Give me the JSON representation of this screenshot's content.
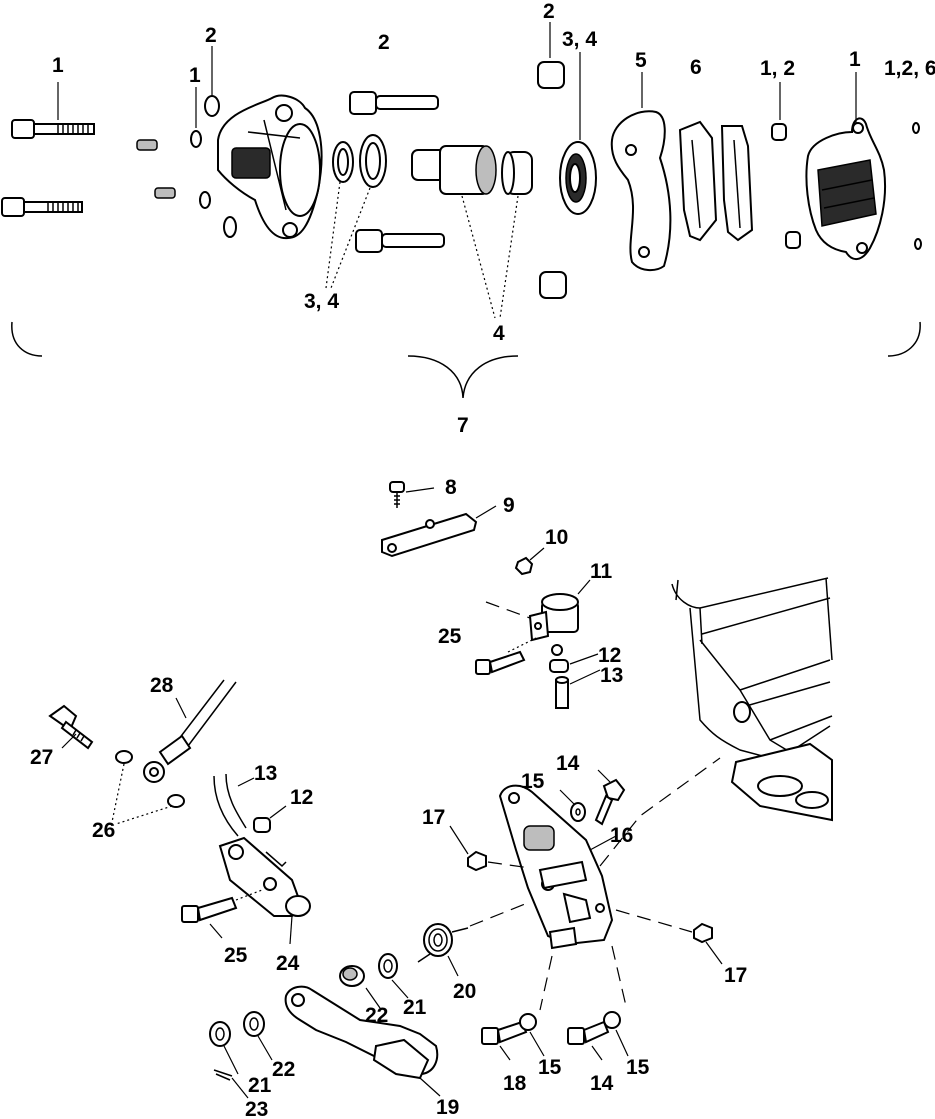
{
  "callouts": [
    {
      "id": "c1a",
      "text": "1"
    },
    {
      "id": "c2a",
      "text": "2"
    },
    {
      "id": "c1b",
      "text": "1"
    },
    {
      "id": "c2b",
      "text": "2"
    },
    {
      "id": "c2c",
      "text": "2"
    },
    {
      "id": "c34a",
      "text": "3, 4"
    },
    {
      "id": "c5",
      "text": "5"
    },
    {
      "id": "c6",
      "text": "6"
    },
    {
      "id": "c12a",
      "text": "1,  2"
    },
    {
      "id": "c1c",
      "text": "1"
    },
    {
      "id": "c126",
      "text": "1,2, 6"
    },
    {
      "id": "c34b",
      "text": "3, 4"
    },
    {
      "id": "c4",
      "text": "4"
    },
    {
      "id": "c7",
      "text": "7"
    },
    {
      "id": "c8",
      "text": "8"
    },
    {
      "id": "c9",
      "text": "9"
    },
    {
      "id": "c10",
      "text": "10"
    },
    {
      "id": "c11",
      "text": "11"
    },
    {
      "id": "c25a",
      "text": "25"
    },
    {
      "id": "c12b",
      "text": "12"
    },
    {
      "id": "c13a",
      "text": "13"
    },
    {
      "id": "c28",
      "text": "28"
    },
    {
      "id": "c27",
      "text": "27"
    },
    {
      "id": "c13b",
      "text": "13"
    },
    {
      "id": "c12c",
      "text": "12"
    },
    {
      "id": "c26",
      "text": "26"
    },
    {
      "id": "c14a",
      "text": "14"
    },
    {
      "id": "c15a",
      "text": "15"
    },
    {
      "id": "c17a",
      "text": "17"
    },
    {
      "id": "c16",
      "text": "16"
    },
    {
      "id": "c25b",
      "text": "25"
    },
    {
      "id": "c24",
      "text": "24"
    },
    {
      "id": "c20",
      "text": "20"
    },
    {
      "id": "c17b",
      "text": "17"
    },
    {
      "id": "c22a",
      "text": "22"
    },
    {
      "id": "c21a",
      "text": "21"
    },
    {
      "id": "c22b",
      "text": "22"
    },
    {
      "id": "c21b",
      "text": "21"
    },
    {
      "id": "c23",
      "text": "23"
    },
    {
      "id": "c19",
      "text": "19"
    },
    {
      "id": "c18",
      "text": "18"
    },
    {
      "id": "c15b",
      "text": "15"
    },
    {
      "id": "c14b",
      "text": "14"
    },
    {
      "id": "c15c",
      "text": "15"
    }
  ]
}
